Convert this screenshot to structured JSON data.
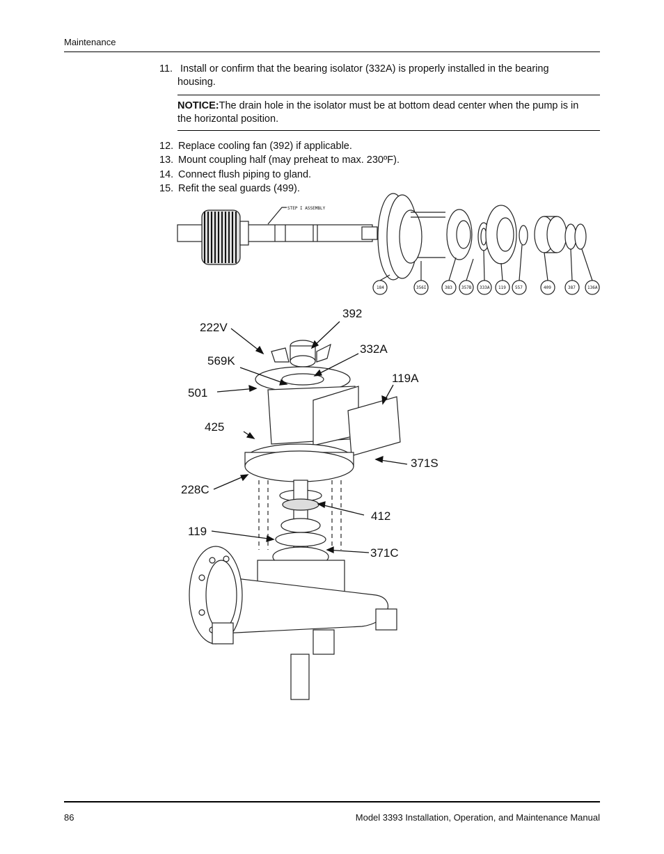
{
  "header": {
    "section": "Maintenance"
  },
  "steps": [
    {
      "num": "11.",
      "text_line1": "Install or confirm that the bearing isolator (332A) is properly installed in the bearing",
      "text_line2": "housing."
    },
    {
      "num": "12.",
      "text": "Replace cooling fan (392) if applicable."
    },
    {
      "num": "13.",
      "text": "Mount coupling half (may preheat to max. 230ºF)."
    },
    {
      "num": "14.",
      "text": "Connect flush piping to gland."
    },
    {
      "num": "15.",
      "text": "Refit the seal guards (499)."
    }
  ],
  "notice": {
    "label": "NOTICE:",
    "text_line1": "The drain hole in the isolator must be at bottom dead center when the pump is in",
    "text_line2": "the horizontal position."
  },
  "figure_top": {
    "assembly_label": "STEP I ASSEMBLY",
    "part_labels": [
      "184",
      "356I",
      "383",
      "357B",
      "333A",
      "119",
      "557",
      "409",
      "387",
      "136A"
    ]
  },
  "figure_bottom": {
    "callouts": [
      "392",
      "222V",
      "332A",
      "569K",
      "119A",
      "501",
      "425",
      "371S",
      "228C",
      "412",
      "119",
      "371C"
    ]
  },
  "footer": {
    "page_number": "86",
    "manual_title": "Model 3393 Installation, Operation, and Maintenance Manual"
  }
}
